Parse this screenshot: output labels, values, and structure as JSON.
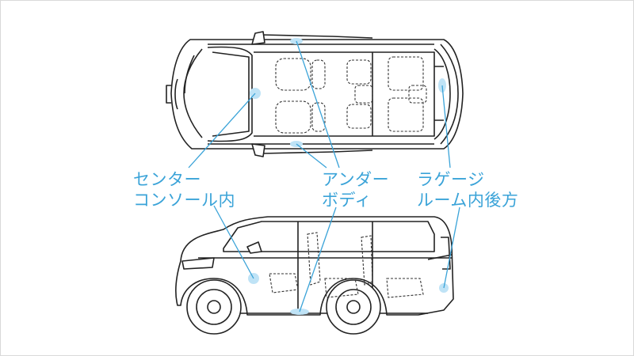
{
  "labels": {
    "center_console": {
      "line1": "センター",
      "line2": "コンソール内"
    },
    "under_body": {
      "line1": "アンダー",
      "line2": "ボディ"
    },
    "luggage_room": {
      "line1": "ラゲージ",
      "line2": "ルーム内後方"
    }
  },
  "colors": {
    "accent": "#3aa3d8",
    "marker_fill": "#bfe3f6",
    "line_art": "#222222"
  }
}
